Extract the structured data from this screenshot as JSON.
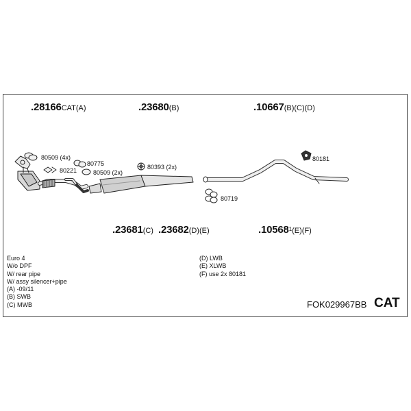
{
  "parts_top": [
    {
      "num": ".28166",
      "suffix": "CAT(A)"
    },
    {
      "num": ".23680",
      "suffix": "(B)"
    },
    {
      "num": ".10667",
      "suffix": "(B)(C)(D)"
    }
  ],
  "parts_bottom": [
    {
      "num": ".23681",
      "sup": "",
      "suffix": "(C)"
    },
    {
      "num": ".23682",
      "sup": "",
      "suffix": "(D)(E)"
    },
    {
      "num": ".10568",
      "sup": "1",
      "suffix": "(E)(F)"
    }
  ],
  "component_labels": {
    "gasket_80509_4x": "80509 (4x)",
    "gasket_80221": "80221",
    "clamp_80775": "80775",
    "gasket_80509_2x": "80509 (2x)",
    "ring_80393": "80393 (2x)",
    "hanger_80181": "80181",
    "rubber_80719": "80719"
  },
  "notes_left": [
    "Euro 4",
    "W/o DPF",
    "W/ rear pipe",
    "W/ assy silencer+pipe",
    "(A) -09/11",
    "(B) SWB",
    "(C) MWB"
  ],
  "notes_right": [
    "(D) LWB",
    "(E) XLWB",
    "(F) use 2x 80181"
  ],
  "reference": "FOK029967BB",
  "category": "CAT"
}
